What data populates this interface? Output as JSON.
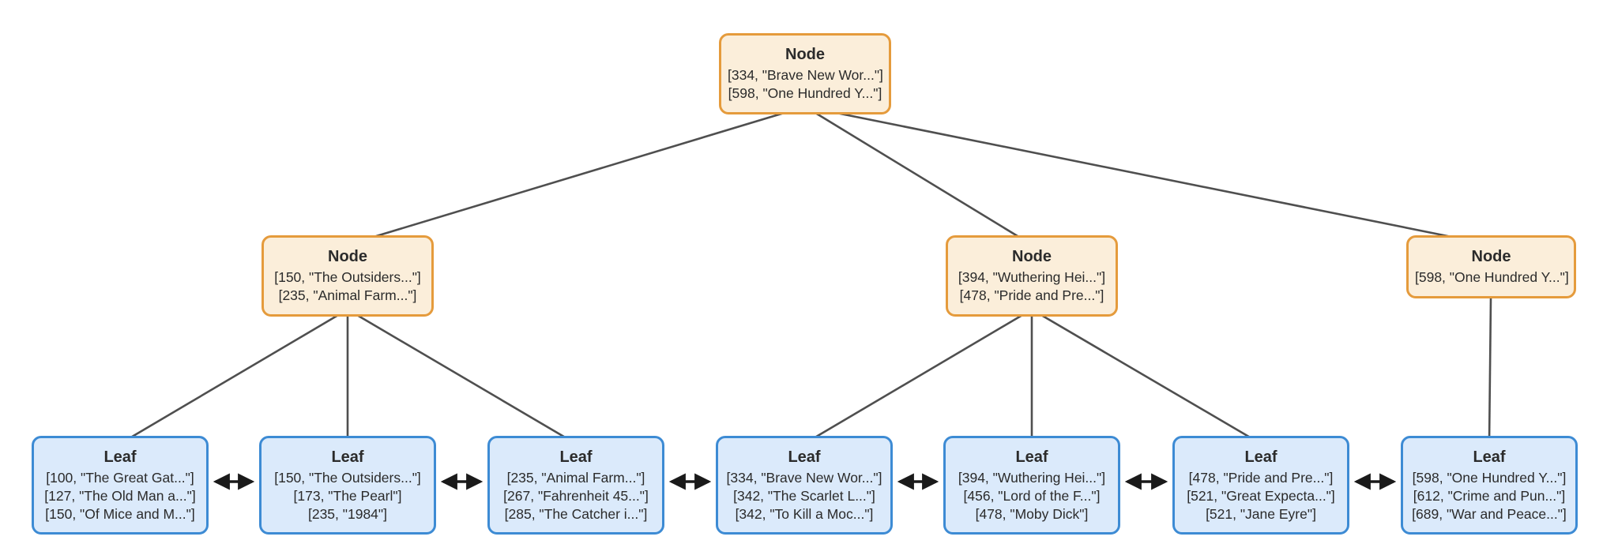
{
  "diagram": {
    "type": "b-plus-tree",
    "colors": {
      "internal_fill": "#fbeeda",
      "internal_border": "#e59b3c",
      "leaf_fill": "#dbeafb",
      "leaf_border": "#3d8bd4",
      "edge_stroke": "#4f4f4f",
      "arrow_stroke": "#1a1a1a",
      "text": "#2b2b2b",
      "background": "#ffffff"
    },
    "root": {
      "title": "Node",
      "entries": [
        "[334, \"Brave New Wor...\"]",
        "[598, \"One Hundred Y...\"]"
      ]
    },
    "internal_nodes": [
      {
        "title": "Node",
        "entries": [
          "[150, \"The Outsiders...\"]",
          "[235, \"Animal Farm...\"]"
        ]
      },
      {
        "title": "Node",
        "entries": [
          "[394, \"Wuthering Hei...\"]",
          "[478, \"Pride and Pre...\"]"
        ]
      },
      {
        "title": "Node",
        "entries": [
          "[598, \"One Hundred Y...\"]"
        ]
      }
    ],
    "leaves": [
      {
        "title": "Leaf",
        "entries": [
          "[100, \"The Great Gat...\"]",
          "[127, \"The Old Man a...\"]",
          "[150, \"Of Mice and M...\"]"
        ]
      },
      {
        "title": "Leaf",
        "entries": [
          "[150, \"The Outsiders...\"]",
          "[173, \"The Pearl\"]",
          "[235, \"1984\"]"
        ]
      },
      {
        "title": "Leaf",
        "entries": [
          "[235, \"Animal Farm...\"]",
          "[267, \"Fahrenheit 45...\"]",
          "[285, \"The Catcher i...\"]"
        ]
      },
      {
        "title": "Leaf",
        "entries": [
          "[334, \"Brave New Wor...\"]",
          "[342, \"The Scarlet L...\"]",
          "[342, \"To Kill a Moc...\"]"
        ]
      },
      {
        "title": "Leaf",
        "entries": [
          "[394, \"Wuthering Hei...\"]",
          "[456, \"Lord of the F...\"]",
          "[478, \"Moby Dick\"]"
        ]
      },
      {
        "title": "Leaf",
        "entries": [
          "[478, \"Pride and Pre...\"]",
          "[521, \"Great Expecta...\"]",
          "[521, \"Jane Eyre\"]"
        ]
      },
      {
        "title": "Leaf",
        "entries": [
          "[598, \"One Hundred Y...\"]",
          "[612, \"Crime and Pun...\"]",
          "[689, \"War and Peace...\"]"
        ]
      }
    ]
  }
}
